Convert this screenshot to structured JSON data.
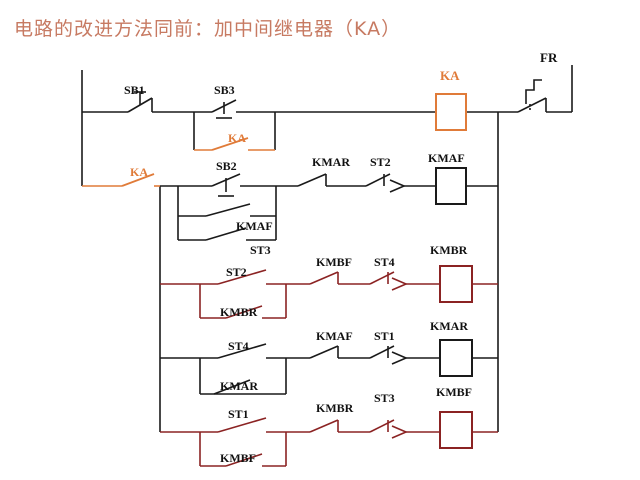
{
  "title": "电路的改进方法同前：加中间继电器（KA）",
  "colors": {
    "wire": "#1a1a1a",
    "highlight": "#e07b39",
    "branch": "#8b2323",
    "title": "#c77a62"
  },
  "labels": {
    "sb1": "SB1",
    "sb3": "SB3",
    "ka_seal": "KA",
    "ka_coil": "KA",
    "fr": "FR",
    "ka_contact": "KA",
    "sb2": "SB2",
    "kmar_1": "KMAR",
    "st2_1": "ST2",
    "kmaf_coil": "KMAF",
    "kmaf_seal": "KMAF",
    "st3_1": "ST3",
    "st2_2": "ST2",
    "kmbf_1": "KMBF",
    "st4_1": "ST4",
    "kmbr_coil": "KMBR",
    "kmbr_seal": "KMBR",
    "st4_2": "ST4",
    "kmaf_1": "KMAF",
    "st1_1": "ST1",
    "kmar_coil": "KMAR",
    "kmar_seal": "KMAR",
    "st1_2": "ST1",
    "kmbr_1": "KMBR",
    "st3_2": "ST3",
    "kmbf_coil": "KMBF",
    "kmbf_seal": "KMBF"
  }
}
